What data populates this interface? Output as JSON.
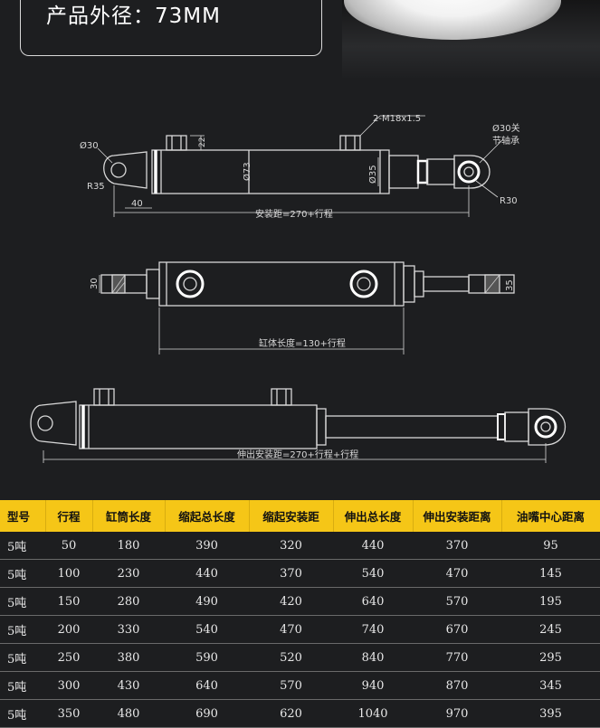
{
  "header": {
    "outer_diameter_text": "产品外径：73MM"
  },
  "drawing_labels": {
    "d30_left": "Ø30",
    "r35": "R35",
    "dim_40": "40",
    "dim_22": "22",
    "d73": "Ø73",
    "d35": "Ø35",
    "thread": "2-M18x1.5",
    "joint_d30": "Ø30关",
    "joint_bearing": "节轴承",
    "r30": "R30",
    "install_distance": "安装距=270+行程",
    "dim_30": "30",
    "dim_35": "35",
    "cylinder_length": "缸体长度=130+行程",
    "extended_distance": "伸出安装距=270+行程+行程"
  },
  "table": {
    "headers": [
      "型号",
      "行程",
      "缸筒长度",
      "缩起总长度",
      "缩起安装距",
      "伸出总长度",
      "伸出安装距离",
      "油嘴中心距离"
    ],
    "rows": [
      [
        "5吨",
        "50",
        "180",
        "390",
        "320",
        "440",
        "370",
        "95"
      ],
      [
        "5吨",
        "100",
        "230",
        "440",
        "370",
        "540",
        "470",
        "145"
      ],
      [
        "5吨",
        "150",
        "280",
        "490",
        "420",
        "640",
        "570",
        "195"
      ],
      [
        "5吨",
        "200",
        "330",
        "540",
        "470",
        "740",
        "670",
        "245"
      ],
      [
        "5吨",
        "250",
        "380",
        "590",
        "520",
        "840",
        "770",
        "295"
      ],
      [
        "5吨",
        "300",
        "430",
        "640",
        "570",
        "940",
        "870",
        "345"
      ],
      [
        "5吨",
        "350",
        "480",
        "690",
        "620",
        "1040",
        "970",
        "395"
      ]
    ]
  }
}
